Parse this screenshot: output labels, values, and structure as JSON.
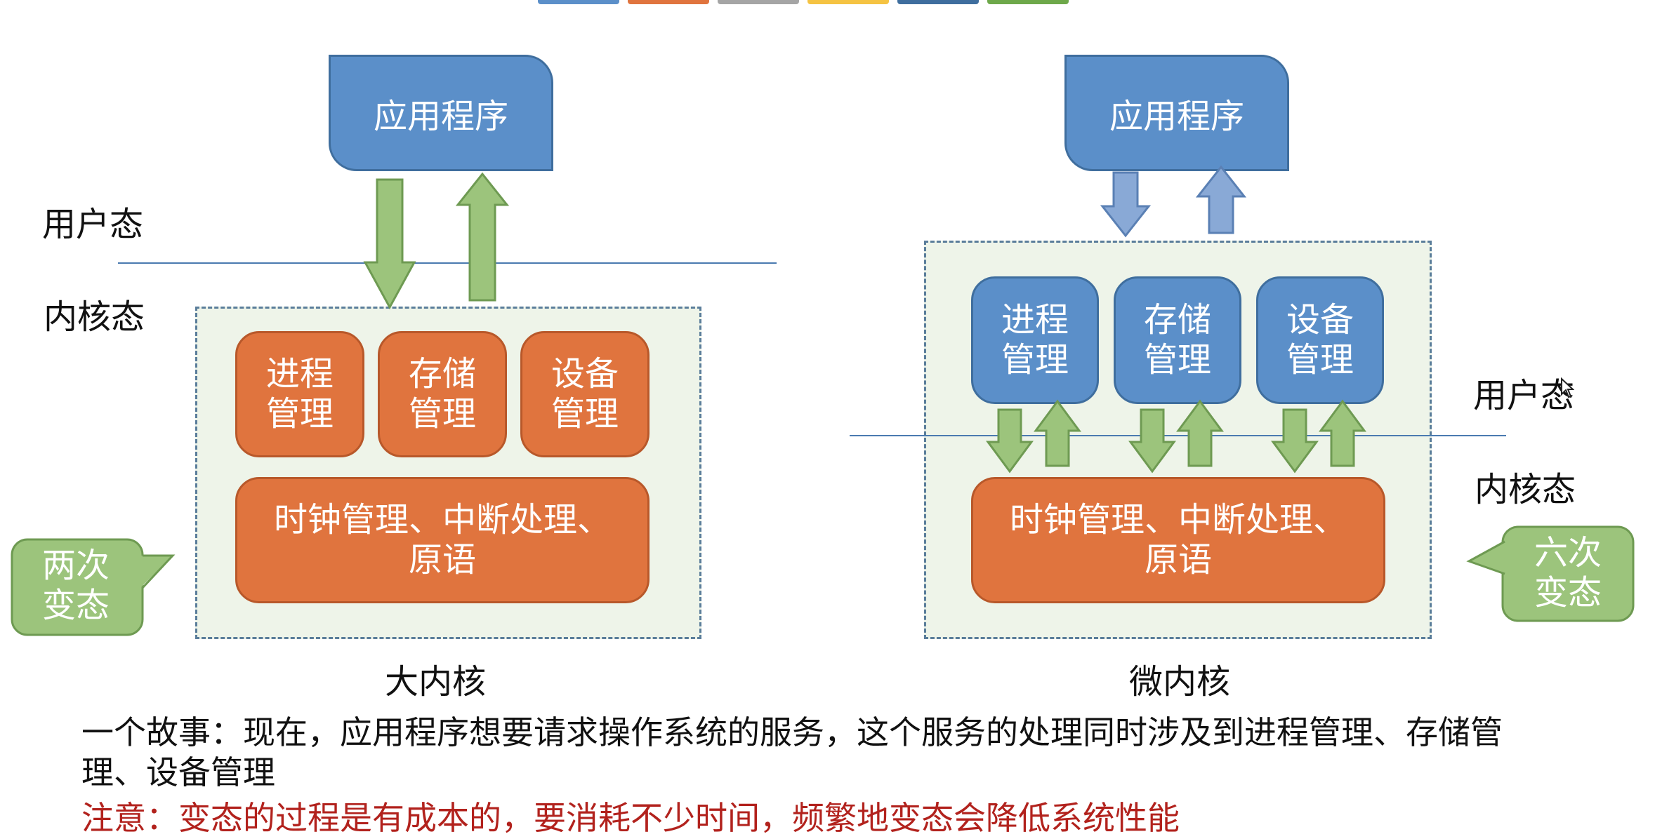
{
  "top_strip_colors": [
    "#5b8fc9",
    "#e0743e",
    "#a5a5a5",
    "#f5c342",
    "#3f6e9e",
    "#6ea84a"
  ],
  "left": {
    "app": "应用程序",
    "user_mode": "用户态",
    "kernel_mode": "内核态",
    "modules": [
      {
        "line1": "进程",
        "line2": "管理"
      },
      {
        "line1": "存储",
        "line2": "管理"
      },
      {
        "line1": "设备",
        "line2": "管理"
      }
    ],
    "base": {
      "line1": "时钟管理、中断处理、",
      "line2": "原语"
    },
    "callout": {
      "line1": "两次",
      "line2": "变态"
    },
    "caption": "大内核"
  },
  "right": {
    "app": "应用程序",
    "user_mode": "用户态",
    "kernel_mode": "内核态",
    "modules": [
      {
        "line1": "进程",
        "line2": "管理"
      },
      {
        "line1": "存储",
        "line2": "管理"
      },
      {
        "line1": "设备",
        "line2": "管理"
      }
    ],
    "base": {
      "line1": "时钟管理、中断处理、",
      "line2": "原语"
    },
    "callout": {
      "line1": "六次",
      "line2": "变态"
    },
    "caption": "微内核"
  },
  "story": "一个故事：现在，应用程序想要请求操作系统的服务，这个服务的处理同时涉及到进程管理、存储管理、设备管理",
  "note_prefix": "注意：变态的过程是有成本的，要消耗不少时间，",
  "note_emphasis": "频繁地变态会降低系统性能",
  "colors": {
    "blue": "#5b8fc9",
    "orange": "#e0743e",
    "green": "#9cc47c",
    "light_blue_arrow": "#89a9d6",
    "note_red": "#b2221d"
  }
}
